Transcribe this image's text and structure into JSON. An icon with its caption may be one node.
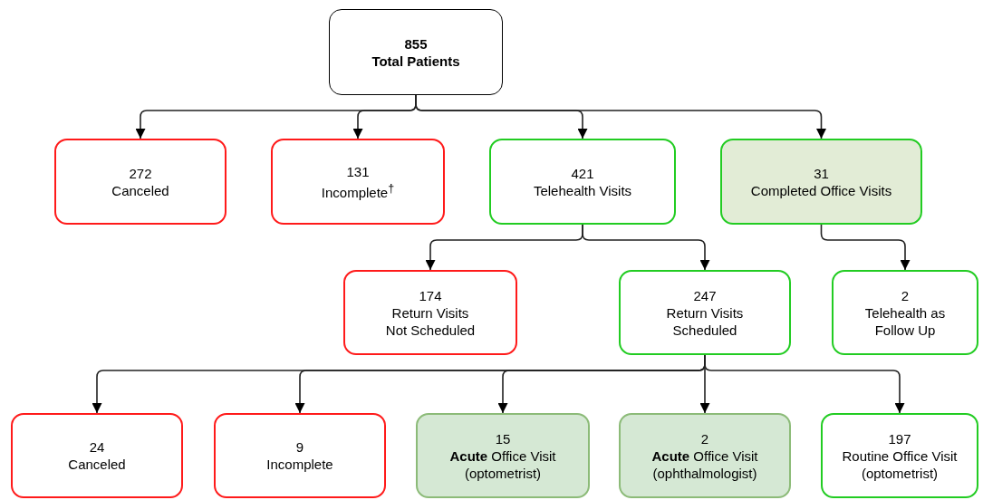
{
  "diagram": {
    "nodes": [
      {
        "text": [
          "855",
          "Total Patients"
        ]
      },
      {
        "text": [
          "272",
          "Canceled"
        ]
      },
      {
        "text": [
          "131",
          "Incomplete$^{†}$"
        ]
      },
      {
        "text": [
          "421",
          "Telehealth Visits"
        ]
      },
      {
        "text": [
          "31",
          "Completed Office Visits"
        ]
      },
      {
        "text": [
          "174",
          "Return Visits Not Scheduled"
        ]
      },
      {
        "text": [
          "247",
          "Return Visits Scheduled"
        ]
      },
      {
        "text": [
          "2",
          "Telehealth as Follow Up"
        ]
      },
      {
        "text": [
          "24",
          "Canceled"
        ]
      },
      {
        "text": [
          "9",
          "Incomplete"
        ]
      },
      {
        "text": [
          "15",
          "**Acute** Office Visit (optometrist)"
        ]
      },
      {
        "text": [
          "2",
          "**Acute** Office Visit (ophthalmologist)"
        ]
      },
      {
        "text": [
          "197",
          "Routine Office Visit (optometrist)"
        ]
      }
    ],
    "edges": [
      {
        "from": 0,
        "to": 1,
        "arrow": "to"
      },
      {
        "from": 0,
        "to": 2,
        "arrow": "to"
      },
      {
        "from": 0,
        "to": 3,
        "arrow": "to"
      },
      {
        "from": 0,
        "to": 4,
        "arrow": "to"
      },
      {
        "from": 3,
        "to": 5,
        "arrow": "to"
      },
      {
        "from": 3,
        "to": 6,
        "arrow": "to"
      },
      {
        "from": 4,
        "to": 7,
        "arrow": "to"
      },
      {
        "from": 6,
        "to": 8,
        "arrow": "to"
      },
      {
        "from": 6,
        "to": 9,
        "arrow": "to"
      },
      {
        "from": 6,
        "to": 10,
        "arrow": "to"
      },
      {
        "from": 6,
        "to": 11,
        "arrow": "to"
      },
      {
        "from": 6,
        "to": 12,
        "arrow": "to"
      }
    ]
  }
}
